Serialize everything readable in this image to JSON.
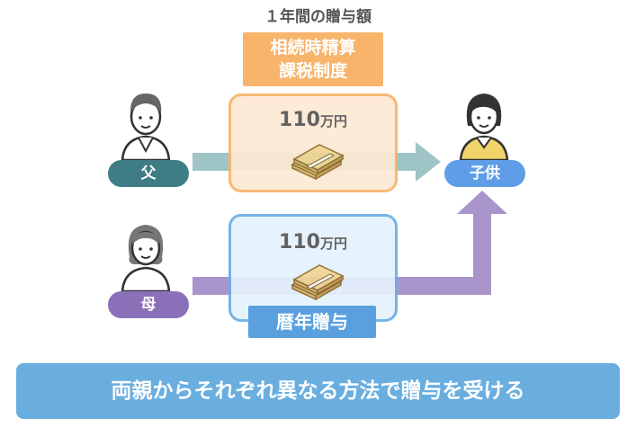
{
  "header": {
    "title": "１年間の贈与額"
  },
  "father": {
    "label": "父"
  },
  "mother": {
    "label": "母"
  },
  "child": {
    "label": "子供"
  },
  "top_route": {
    "system_label": "相続時精算\n課税制度",
    "amount_value": "110",
    "amount_unit": "万円"
  },
  "bottom_route": {
    "system_label": "暦年贈与",
    "amount_value": "110",
    "amount_unit": "万円"
  },
  "banner": {
    "text": "両親からそれぞれ異なる方法で贈与を受ける"
  },
  "colors": {
    "father_pill": "#3f7d86",
    "mother_pill": "#8a70b8",
    "child_pill": "#5f9ee6",
    "top_arrow": "#9fc4c6",
    "bottom_arrow": "#a995cc",
    "orange": "#f7b46a",
    "blue": "#5aa0de"
  },
  "icons": [
    "man-avatar-icon",
    "woman-avatar-icon",
    "child-avatar-icon",
    "money-bundle-icon",
    "arrow-right-icon",
    "arrow-up-icon"
  ]
}
